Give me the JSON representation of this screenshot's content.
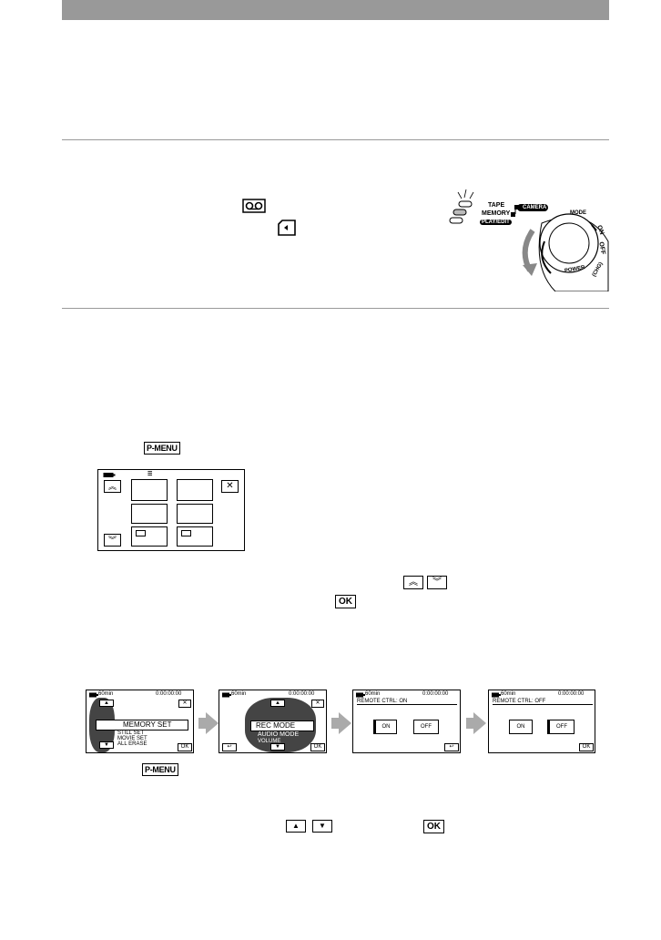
{
  "dial": {
    "tape": "TAPE",
    "memory": "MEMORY",
    "playedit": "PLAY/EDIT",
    "camera": "CAMERA",
    "mode": "MODE",
    "on": "ON",
    "off": "OFF",
    "chg": "(CHG)",
    "power": "POWER"
  },
  "buttons": {
    "pmenu": "P-MENU",
    "ok": "OK"
  },
  "screens": {
    "s1": {
      "battery": "60min",
      "time": "0:00:00:00",
      "item1": "MEMORY SET",
      "item2": "STILL SET",
      "item3": "MOVIE SET",
      "item4": "ALL ERASE",
      "ok": "OK"
    },
    "s2": {
      "battery": "60min",
      "time": "0:00:00:00",
      "item1": "REC MODE",
      "item2": "AUDIO MODE",
      "item3": "VOLUME",
      "ok": "OK"
    },
    "s3": {
      "battery": "60min",
      "time": "0:00:00:00",
      "title": "REMOTE CTRL:  ON",
      "on": "ON",
      "off": "OFF"
    },
    "s4": {
      "battery": "60min",
      "time": "0:00:00:00",
      "title": "REMOTE CTRL:  OFF",
      "on": "ON",
      "off": "OFF",
      "ok": "OK"
    }
  }
}
